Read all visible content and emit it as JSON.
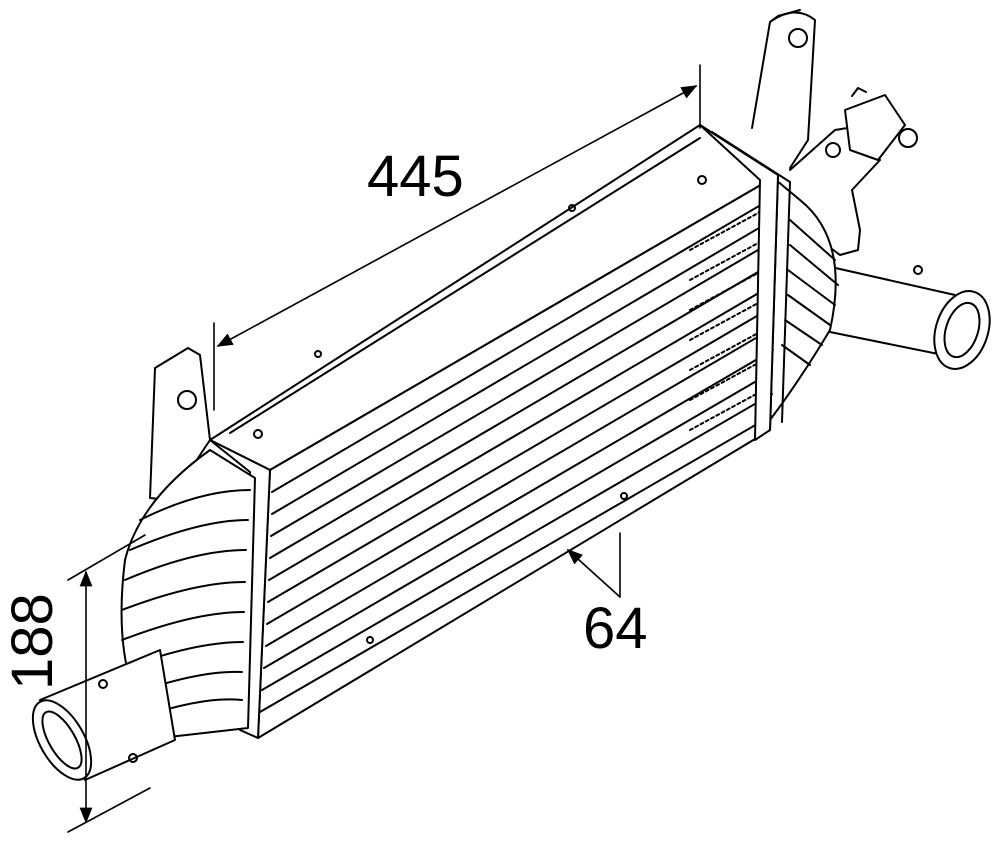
{
  "drawing": {
    "line_color": "#000000",
    "background": "#ffffff",
    "subject": "intercooler-technical-drawing"
  },
  "dimensions": {
    "length": "445",
    "height": "188",
    "depth": "64"
  }
}
